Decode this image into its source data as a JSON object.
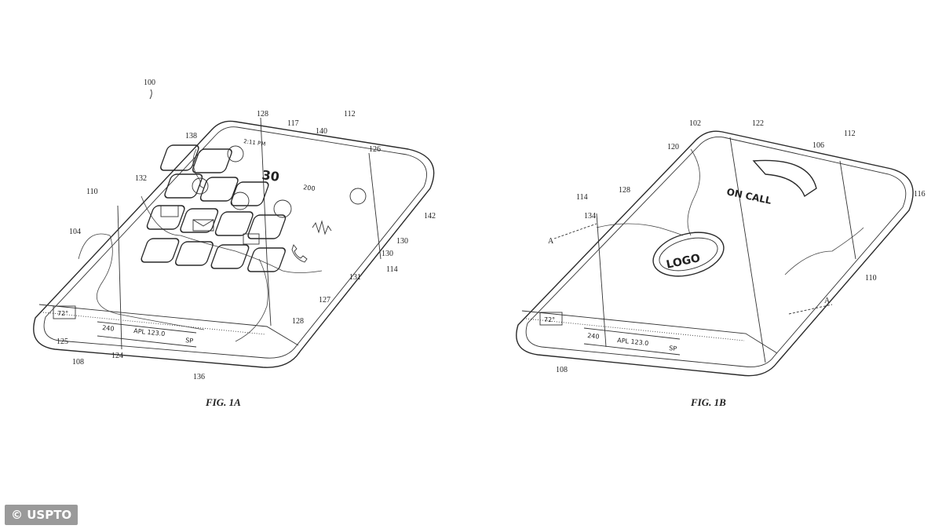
{
  "figures": [
    {
      "caption": "FIG. 1A",
      "screen": {
        "time": "2:11 PM",
        "day": "30",
        "temp_badge": "200",
        "temperature": "72°",
        "speed": "240",
        "fuel": "APL 123.0",
        "mode": "SP"
      },
      "refs": [
        "100",
        "128",
        "117",
        "112",
        "140",
        "138",
        "126",
        "132",
        "110",
        "142",
        "104",
        "130",
        "130",
        "131",
        "114",
        "127",
        "128",
        "125",
        "124",
        "108",
        "136"
      ]
    },
    {
      "caption": "FIG. 1B",
      "screen": {
        "call_label": "ON CALL",
        "logo": "LOGO",
        "temperature": "72°",
        "speed": "240",
        "fuel": "APL 123.0",
        "mode": "SP"
      },
      "refs": [
        "102",
        "122",
        "112",
        "120",
        "106",
        "114",
        "128",
        "116",
        "134",
        "A",
        "110",
        "A",
        "108"
      ]
    }
  ],
  "credit": "© USPTO"
}
